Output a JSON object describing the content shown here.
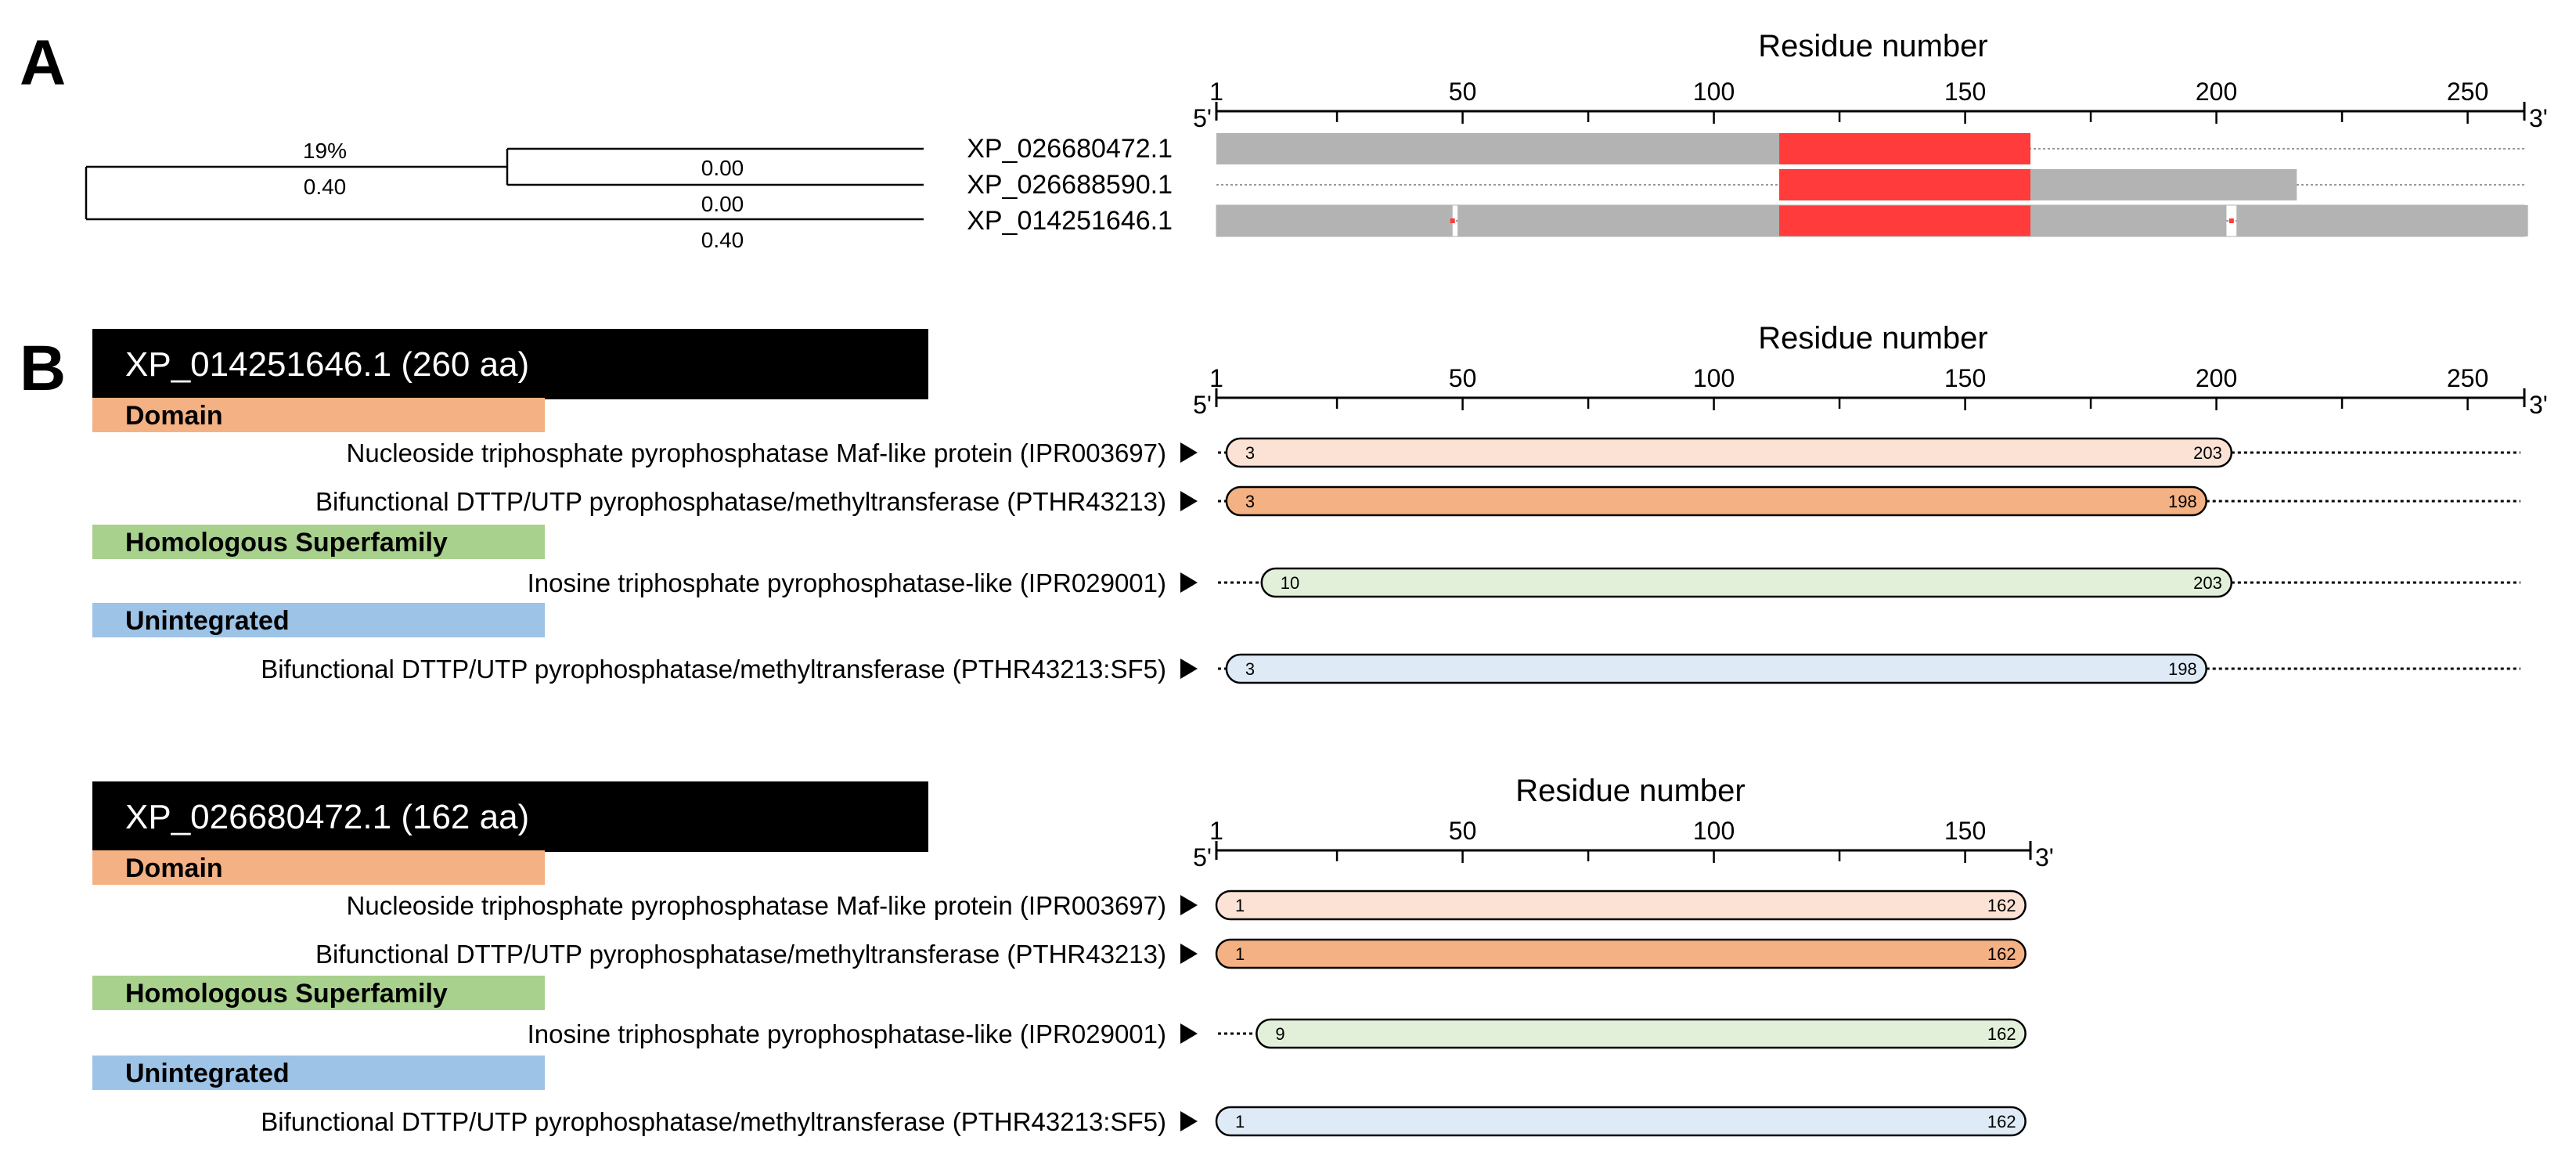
{
  "panel_a": {
    "letter": "A",
    "axis": {
      "title": "Residue number",
      "tick_labels": [
        "1",
        "50",
        "100",
        "150",
        "200",
        "250"
      ],
      "end5": "5'",
      "end3": "3'"
    },
    "tree_labels": {
      "support_top": "19%",
      "branch_top": "0.40",
      "branch_mid1": "0.00",
      "branch_mid2": "0.00",
      "branch_bottom": "0.40"
    },
    "colors": {
      "aligned": "#b3b3b3",
      "highlight": "#ff3b3b",
      "gap_line": "#999999",
      "gap_mark": "#ff3b3b"
    },
    "sequences": [
      {
        "id": "XP_026680472.1",
        "segments": [
          [
            1,
            113
          ],
          [
            163,
            163
          ]
        ],
        "highlight": [
          113,
          162
        ],
        "length_axis": 262
      },
      {
        "id": "XP_026688590.1",
        "segments": [
          [
            163,
            216
          ]
        ],
        "highlight": [
          113,
          162
        ]
      },
      {
        "id": "XP_014251646.1",
        "segments": [
          [
            1,
            48
          ],
          [
            49,
            202
          ],
          [
            204,
            262
          ]
        ],
        "highlight": [
          113,
          162
        ],
        "gap_marks": [
          48,
          203
        ]
      }
    ]
  },
  "panel_b": {
    "letter": "B",
    "proteins": [
      {
        "title": "XP_014251646.1 (260 aa)",
        "axis": {
          "title": "Residue number",
          "tick_labels": [
            "1",
            "50",
            "100",
            "150",
            "200",
            "250"
          ],
          "end5": "5'",
          "end3": "3'"
        },
        "categories": [
          {
            "name": "Domain",
            "color": "#f4b183",
            "features": [
              {
                "label": "Nucleoside triphosphate pyrophosphatase Maf-like protein (IPR003697)",
                "start": 3,
                "end": 203,
                "start_label": "3",
                "end_label": "203",
                "fill": "#fbe2d5"
              },
              {
                "label": "Bifunctional DTTP/UTP pyrophosphatase/methyltransferase (PTHR43213)",
                "start": 3,
                "end": 198,
                "start_label": "3",
                "end_label": "198",
                "fill": "#f4b183"
              }
            ]
          },
          {
            "name": "Homologous Superfamily",
            "color": "#a9d18e",
            "features": [
              {
                "label": "Inosine triphosphate pyrophosphatase-like (IPR029001)",
                "start": 10,
                "end": 203,
                "start_label": "10",
                "end_label": "203",
                "fill": "#e2efd9"
              }
            ]
          },
          {
            "name": "Unintegrated",
            "color": "#9dc3e6",
            "features": [
              {
                "label": "Bifunctional DTTP/UTP pyrophosphatase/methyltransferase (PTHR43213:SF5)",
                "start": 3,
                "end": 198,
                "start_label": "3",
                "end_label": "198",
                "fill": "#deebf7"
              }
            ]
          }
        ]
      },
      {
        "title": "XP_026680472.1 (162 aa)",
        "axis": {
          "title": "Residue number",
          "tick_labels": [
            "1",
            "50",
            "100",
            "150"
          ],
          "end5": "5'",
          "end3": "3'"
        },
        "categories": [
          {
            "name": "Domain",
            "color": "#f4b183",
            "features": [
              {
                "label": "Nucleoside triphosphate pyrophosphatase Maf-like protein (IPR003697)",
                "start": 1,
                "end": 162,
                "start_label": "1",
                "end_label": "162",
                "fill": "#fbe2d5"
              },
              {
                "label": "Bifunctional DTTP/UTP pyrophosphatase/methyltransferase (PTHR43213)",
                "start": 1,
                "end": 162,
                "start_label": "1",
                "end_label": "162",
                "fill": "#f4b183"
              }
            ]
          },
          {
            "name": "Homologous Superfamily",
            "color": "#a9d18e",
            "features": [
              {
                "label": "Inosine triphosphate pyrophosphatase-like (IPR029001)",
                "start": 9,
                "end": 162,
                "start_label": "9",
                "end_label": "162",
                "fill": "#e2efd9"
              }
            ]
          },
          {
            "name": "Unintegrated",
            "color": "#9dc3e6",
            "features": [
              {
                "label": "Bifunctional DTTP/UTP pyrophosphatase/methyltransferase (PTHR43213:SF5)",
                "start": 1,
                "end": 162,
                "start_label": "1",
                "end_label": "162",
                "fill": "#deebf7"
              }
            ]
          }
        ]
      }
    ]
  }
}
